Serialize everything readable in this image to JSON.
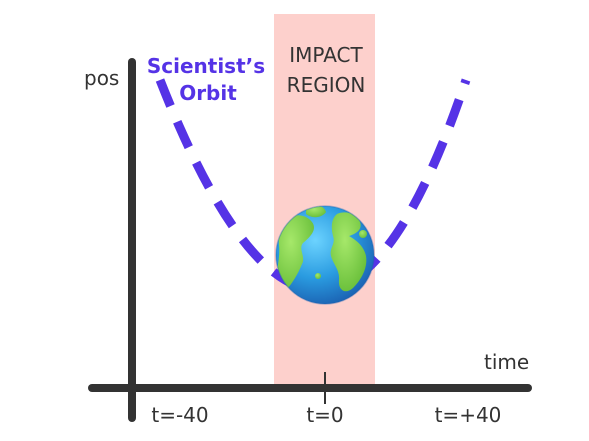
{
  "axis": {
    "y_label": "pos",
    "x_label": "time"
  },
  "ticks": {
    "left": "t=-40",
    "center": "t=0",
    "right": "t=+40"
  },
  "region": {
    "line1": "IMPACT",
    "line2": "REGION",
    "color": "#fdd0cc"
  },
  "orbit": {
    "label_line1": "Scientist’s",
    "label_line2": "Orbit",
    "color": "#5533e6"
  },
  "icons": {
    "earth": "earth-globe-icon"
  },
  "colors": {
    "axis": "#333333",
    "text": "#333333",
    "ocean": "#2a9be0",
    "land": "#7ed04a"
  }
}
